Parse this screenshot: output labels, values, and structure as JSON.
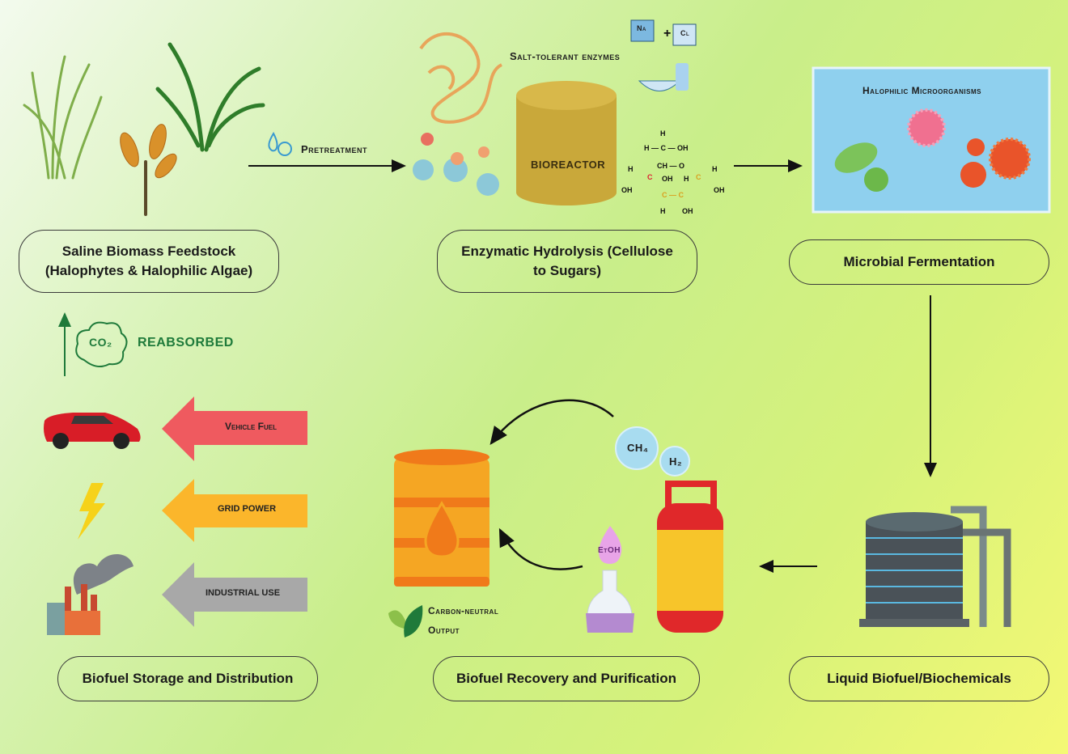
{
  "stages": {
    "feedstock": "Saline Biomass Feedstock (Halophytes & Halophilic Algae)",
    "hydrolysis": "Enzymatic Hydrolysis (Cellulose to Sugars)",
    "fermentation": "Microbial Fermentation",
    "liquid": "Liquid Biofuel/Biochemicals",
    "recovery": "Biofuel Recovery and Purification",
    "storage": "Biofuel Storage and Distribution"
  },
  "labels": {
    "pretreatment": "Pretreatment",
    "salt_enzymes": "Salt-tolerant enzymes",
    "bioreactor": "BIOREACTOR",
    "microorganisms": "Halophilic Microorganisms",
    "co2": "CO₂",
    "reabsorbed": "REABSORBED",
    "vehicle_fuel": "Vehicle Fuel",
    "grid_power": "GRID POWER",
    "industrial_use": "INDUSTRIAL USE",
    "carbon_neutral": "Carbon-neutral",
    "output": "Output",
    "ch4": "CH₄",
    "h2": "H₂",
    "etoh": "EtOH",
    "na": "Na",
    "cl": "Cl"
  },
  "colors": {
    "vehicle_arrow": "#ef5a5f",
    "grid_arrow": "#fbb62b",
    "industrial_arrow": "#a8a8a8",
    "co2_green": "#1e7a3a",
    "bioreactor": "#c9a83a"
  }
}
